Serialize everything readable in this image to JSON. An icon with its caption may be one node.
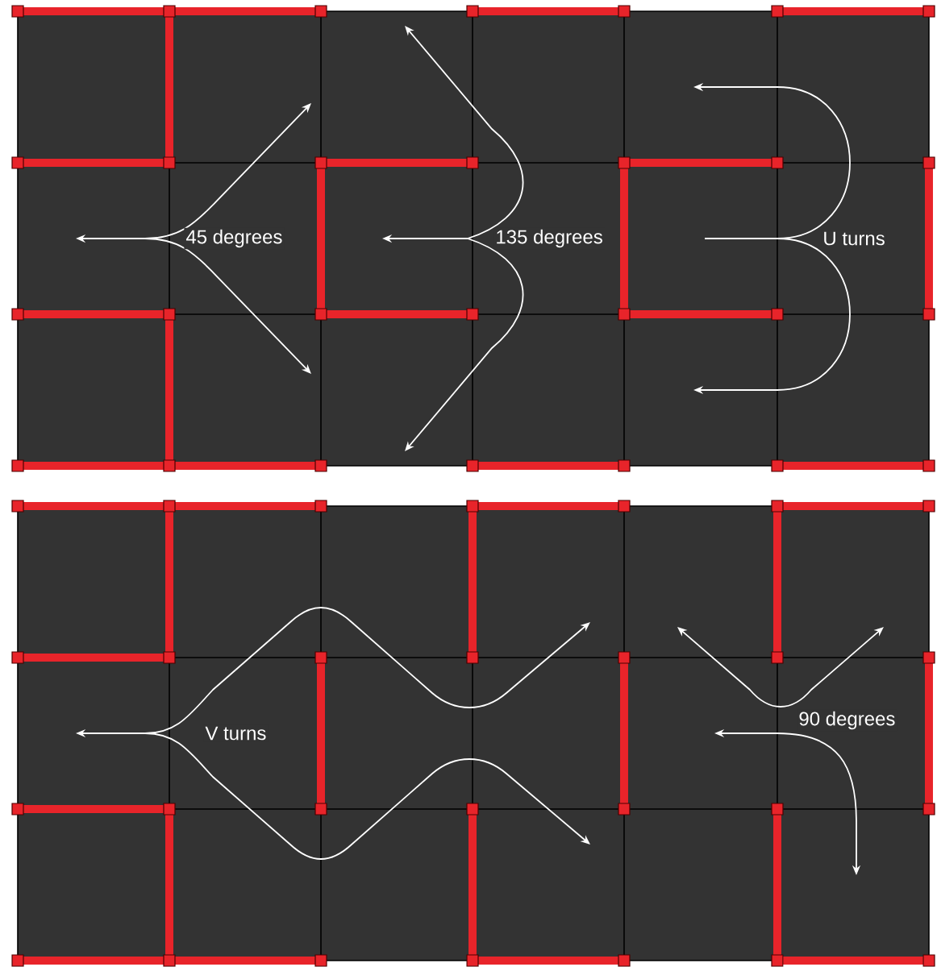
{
  "diagram": {
    "labels": [
      "45 degrees",
      "135 degrees",
      "U turns",
      "V turns",
      "90 degrees"
    ]
  }
}
